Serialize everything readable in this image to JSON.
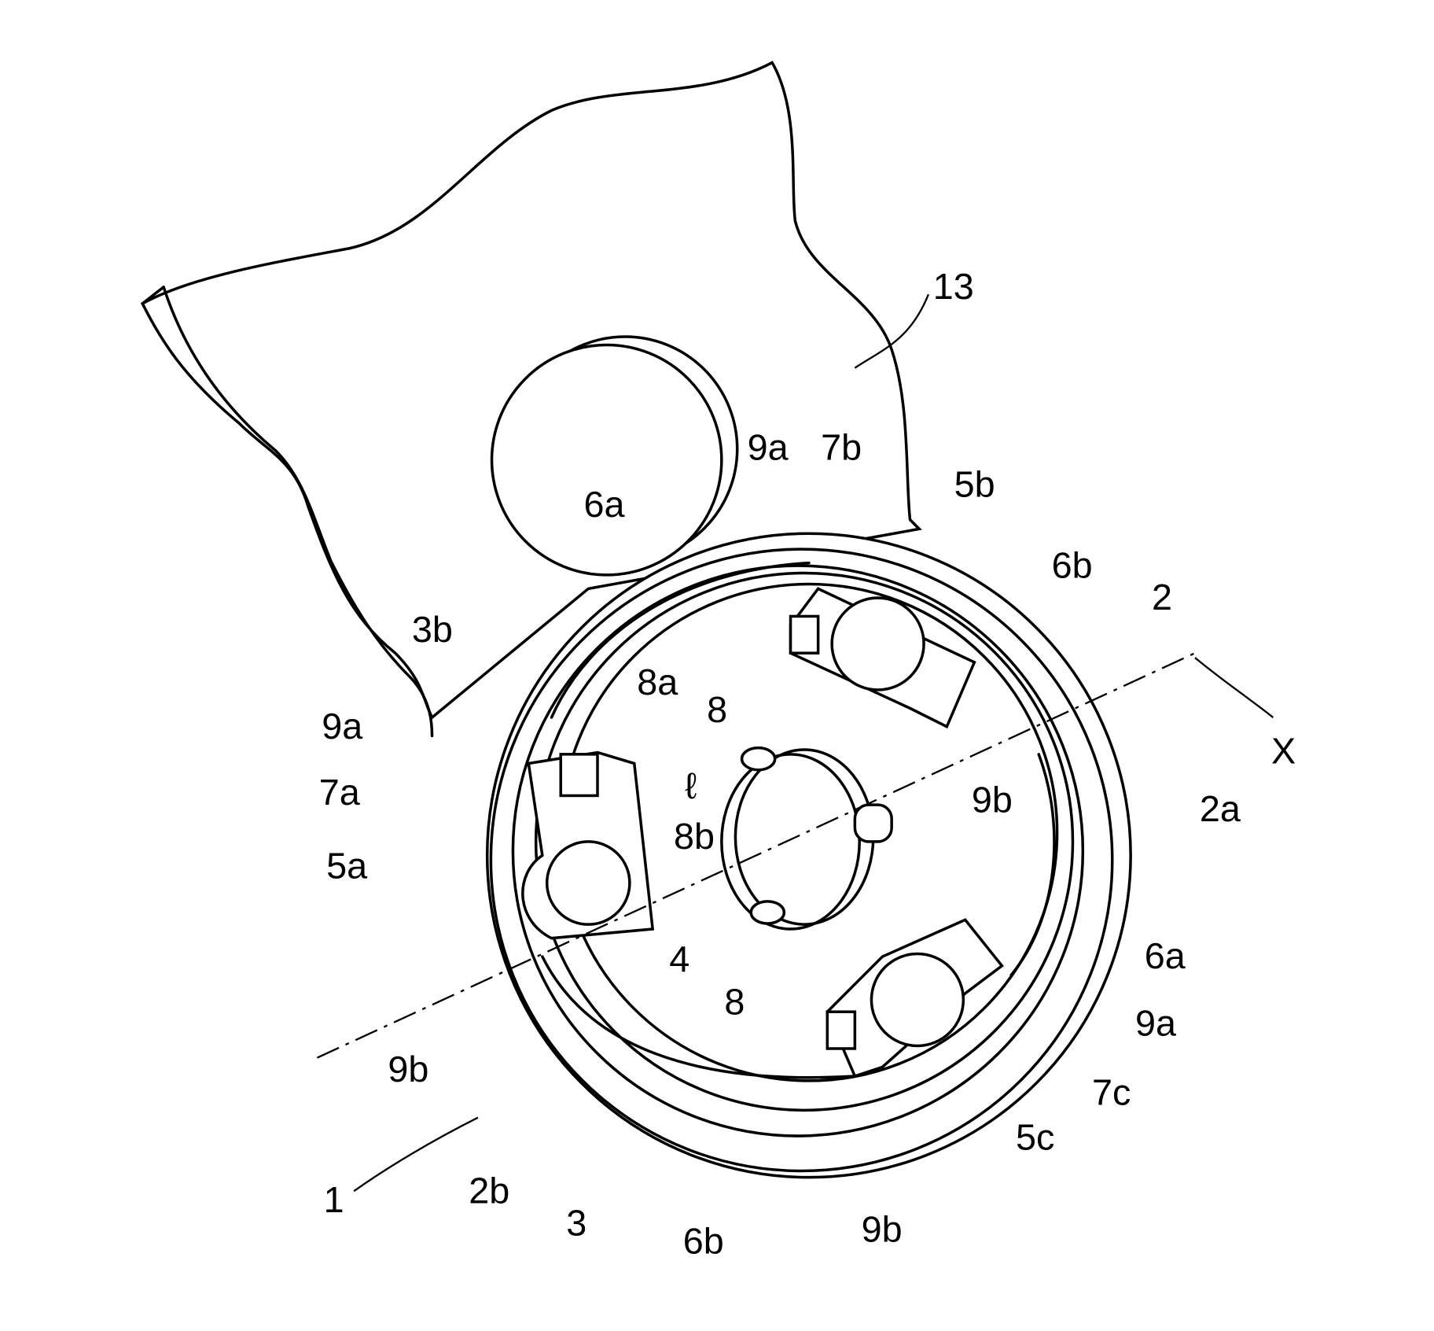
{
  "figure": {
    "labels": [
      "13",
      "9a",
      "7b",
      "5b",
      "6a",
      "6b",
      "2",
      "3b",
      "8a",
      "8",
      "9a",
      "X",
      "ℓ",
      "7a",
      "9b",
      "2a",
      "8b",
      "5a",
      "4",
      "6a",
      "8",
      "9a",
      "9b",
      "7c",
      "5c",
      "2b",
      "1",
      "3",
      "6b",
      "9b"
    ],
    "colors": {
      "ink": "#000000",
      "paper": "#ffffff"
    }
  }
}
